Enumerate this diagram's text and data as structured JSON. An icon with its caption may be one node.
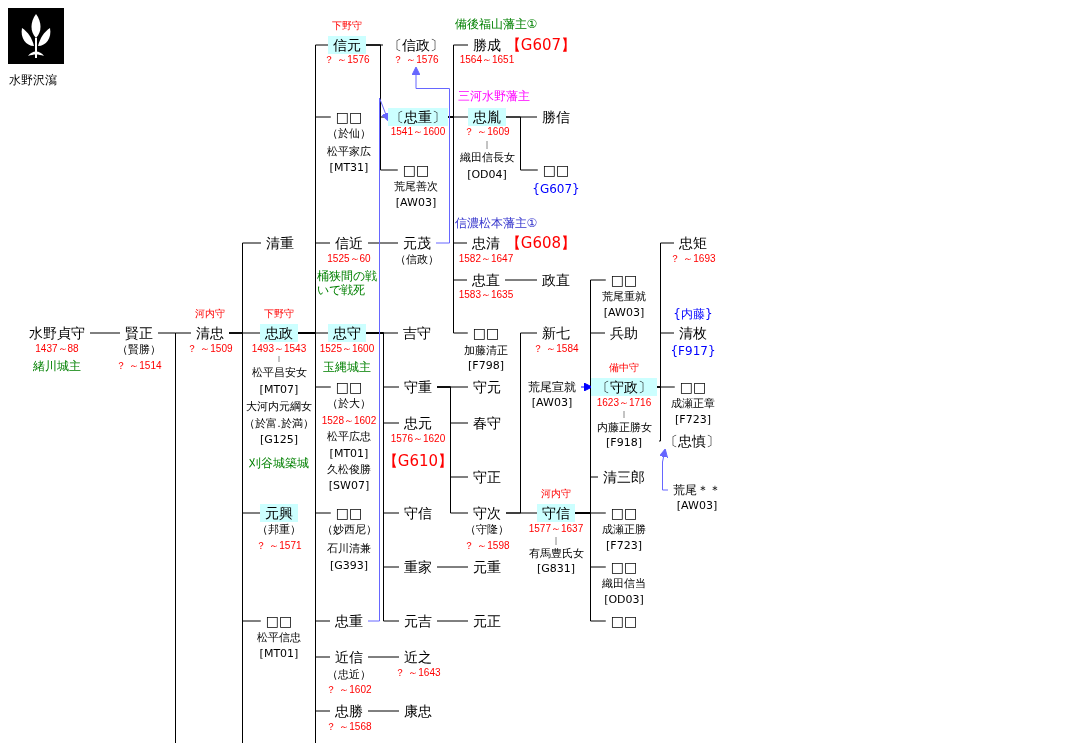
{
  "diagram": {
    "nodes": [
      {
        "text": [
          "水野貞守"
        ],
        "beside": [
          "1437～88",
          "緒川城主"
        ]
      },
      {
        "text": [
          "賢正"
        ],
        "beside": [
          "（賢勝）",
          "？ ～1514"
        ]
      },
      {
        "text": [
          "清忠"
        ],
        "beside": [
          "河内守",
          "？ ～1509"
        ]
      },
      {
        "text": [
          "清重"
        ]
      },
      {
        "text": [
          "忠政"
        ],
        "beside": [
          "下野守",
          "1493～1543",
          "松平昌安女",
          "[MT07]",
          "大河内元綱女",
          "（於富.於満）",
          "[G125]",
          "刈谷城築城"
        ]
      },
      {
        "text": [
          "元興"
        ],
        "beside": [
          "（邦重）",
          "？ ～1571"
        ]
      },
      {
        "text": [
          "□□"
        ],
        "beside": [
          "松平信忠",
          "[MT01]"
        ]
      },
      {
        "text": [
          "信元"
        ],
        "beside": [
          "下野守",
          "？ ～1576"
        ]
      },
      {
        "text": [
          "□□"
        ],
        "beside": [
          "（於仙）",
          "松平家広",
          "[MT31]"
        ]
      },
      {
        "text": [
          "信近"
        ],
        "beside": [
          "1525～60",
          "桶狭間の戦いで戦死"
        ]
      },
      {
        "text": [
          "忠守"
        ],
        "beside": [
          "1525～1600",
          "玉縄城主"
        ]
      },
      {
        "text": [
          "□□"
        ],
        "beside": [
          "（於大）",
          "1528～1602",
          "松平広忠",
          "[MT01]",
          "久松俊勝",
          "[SW07]"
        ]
      },
      {
        "text": [
          "□□"
        ],
        "beside": [
          "（妙西尼）",
          "石川清兼",
          "[G393]"
        ]
      },
      {
        "text": [
          "忠重"
        ]
      },
      {
        "text": [
          "近信"
        ],
        "beside": [
          "（忠近）",
          "？ ～1602"
        ]
      },
      {
        "text": [
          "忠勝"
        ],
        "beside": [
          "？ ～1568"
        ]
      },
      {
        "text": [
          "〔信政〕"
        ],
        "beside": [
          "？ ～1576"
        ]
      },
      {
        "text": [
          "〔忠重〕"
        ],
        "beside": [
          "1541～1600"
        ]
      },
      {
        "text": [
          "□□"
        ],
        "beside": [
          "荒尾善次",
          "[AW03]"
        ]
      },
      {
        "text": [
          "元茂"
        ],
        "beside": [
          "（信政）"
        ]
      },
      {
        "text": [
          "吉守"
        ]
      },
      {
        "text": [
          "守重"
        ]
      },
      {
        "text": [
          "忠元"
        ],
        "beside": [
          "1576～1620",
          "【G610】"
        ]
      },
      {
        "text": [
          "守信"
        ]
      },
      {
        "text": [
          "重家"
        ]
      },
      {
        "text": [
          "元吉"
        ]
      },
      {
        "text": [
          "近之"
        ],
        "beside": [
          "？ ～1643"
        ]
      },
      {
        "text": [
          "康忠"
        ]
      },
      {
        "text": [
          "勝成"
        ],
        "beside": [
          "備後福山藩主①",
          "1564～1651",
          "【G607】"
        ]
      },
      {
        "text": [
          "忠胤"
        ],
        "beside": [
          "三河水野藩主",
          "？ ～1609",
          "織田信長女",
          "[OD04]"
        ]
      },
      {
        "text": [
          "忠清"
        ],
        "beside": [
          "信濃松本藩主①",
          "1582～1647",
          "【G608】"
        ]
      },
      {
        "text": [
          "忠直"
        ],
        "beside": [
          "1583～1635"
        ]
      },
      {
        "text": [
          "□□"
        ],
        "beside": [
          "加藤清正",
          "[F798]"
        ]
      },
      {
        "text": [
          "守元"
        ]
      },
      {
        "text": [
          "春守"
        ]
      },
      {
        "text": [
          "守正"
        ]
      },
      {
        "text": [
          "守次"
        ],
        "beside": [
          "（守隆）",
          "？ ～1598"
        ]
      },
      {
        "text": [
          "元重"
        ]
      },
      {
        "text": [
          "元正"
        ]
      },
      {
        "text": [
          "勝信"
        ]
      },
      {
        "text": [
          "□□"
        ],
        "beside": [
          "{G607}"
        ]
      },
      {
        "text": [
          "政直"
        ]
      },
      {
        "text": [
          "新七"
        ],
        "beside": [
          "？ ～1584"
        ]
      },
      {
        "text": [
          "荒尾宣就"
        ],
        "beside": [
          "[AW03]"
        ]
      },
      {
        "text": [
          "守信"
        ],
        "beside": [
          "河内守",
          "1577～1637",
          "有馬豊氏女",
          "[G831]"
        ]
      },
      {
        "text": [
          "□□"
        ],
        "beside": [
          "荒尾重就",
          "[AW03]"
        ]
      },
      {
        "text": [
          "兵助"
        ]
      },
      {
        "text": [
          "〔守政〕"
        ],
        "beside": [
          "備中守",
          "1623～1716",
          "内藤正勝女",
          "[F918]"
        ]
      },
      {
        "text": [
          "清三郎"
        ]
      },
      {
        "text": [
          "□□"
        ],
        "beside": [
          "成瀬正勝",
          "[F723]"
        ]
      },
      {
        "text": [
          "□□"
        ],
        "beside": [
          "織田信当",
          "[OD03]"
        ]
      },
      {
        "text": [
          "□□"
        ]
      },
      {
        "text": [
          "忠矩"
        ],
        "beside": [
          "？ ～1693"
        ]
      },
      {
        "text": [
          "清枚"
        ],
        "beside": [
          "{内藤}",
          "{F917}"
        ]
      },
      {
        "text": [
          "□□"
        ],
        "beside": [
          "成瀬正章",
          "[F723]"
        ]
      },
      {
        "text": [
          "〔忠慎〕"
        ]
      },
      {
        "text": [
          "荒尾＊＊"
        ],
        "beside": [
          "[AW03]"
        ]
      }
    ],
    "edges": [
      {
        "from": 0,
        "to": 1,
        "arrow": "none"
      },
      {
        "from": 1,
        "to": 2,
        "arrow": "none"
      },
      {
        "from": 2,
        "to": 3,
        "arrow": "none"
      },
      {
        "from": 2,
        "to": 4,
        "arrow": "none"
      },
      {
        "from": 2,
        "to": 5,
        "arrow": "none"
      },
      {
        "from": 2,
        "to": 6,
        "arrow": "none"
      },
      {
        "from": 4,
        "to": 7,
        "arrow": "none"
      },
      {
        "from": 4,
        "to": 8,
        "arrow": "none"
      },
      {
        "from": 4,
        "to": 9,
        "arrow": "none"
      },
      {
        "from": 4,
        "to": 10,
        "arrow": "none"
      },
      {
        "from": 4,
        "to": 11,
        "arrow": "none"
      },
      {
        "from": 4,
        "to": 12,
        "arrow": "none"
      },
      {
        "from": 4,
        "to": 13,
        "arrow": "none"
      },
      {
        "from": 4,
        "to": 14,
        "arrow": "none"
      },
      {
        "from": 4,
        "to": 15,
        "arrow": "none"
      },
      {
        "from": 7,
        "to": 16,
        "arrow": "none"
      },
      {
        "from": 7,
        "to": 17,
        "arrow": "none"
      },
      {
        "from": 7,
        "to": 18,
        "arrow": "none"
      },
      {
        "from": 9,
        "to": 19,
        "arrow": "none"
      },
      {
        "from": 10,
        "to": 20,
        "arrow": "none"
      },
      {
        "from": 10,
        "to": 21,
        "arrow": "none"
      },
      {
        "from": 10,
        "to": 22,
        "arrow": "none"
      },
      {
        "from": 10,
        "to": 23,
        "arrow": "none"
      },
      {
        "from": 10,
        "to": 24,
        "arrow": "none"
      },
      {
        "from": 10,
        "to": 25,
        "arrow": "none"
      },
      {
        "from": 14,
        "to": 26,
        "arrow": "none"
      },
      {
        "from": 15,
        "to": 27,
        "arrow": "none"
      },
      {
        "from": 17,
        "to": 28,
        "arrow": "none"
      },
      {
        "from": 17,
        "to": 29,
        "arrow": "none"
      },
      {
        "from": 17,
        "to": 30,
        "arrow": "none"
      },
      {
        "from": 17,
        "to": 31,
        "arrow": "none"
      },
      {
        "from": 17,
        "to": 32,
        "arrow": "none"
      },
      {
        "from": 21,
        "to": 33,
        "arrow": "none"
      },
      {
        "from": 21,
        "to": 34,
        "arrow": "none"
      },
      {
        "from": 21,
        "to": 35,
        "arrow": "none"
      },
      {
        "from": 21,
        "to": 36,
        "arrow": "none"
      },
      {
        "from": 29,
        "to": 39,
        "arrow": "none"
      },
      {
        "from": 29,
        "to": 40,
        "arrow": "none"
      },
      {
        "from": 31,
        "to": 41,
        "arrow": "none"
      },
      {
        "from": 24,
        "to": 37,
        "arrow": "none"
      },
      {
        "from": 25,
        "to": 38,
        "arrow": "none"
      },
      {
        "from": 36,
        "to": 42,
        "arrow": "none"
      },
      {
        "from": 36,
        "to": 44,
        "arrow": "none"
      },
      {
        "from": 44,
        "to": 45,
        "arrow": "none"
      },
      {
        "from": 44,
        "to": 46,
        "arrow": "none"
      },
      {
        "from": 44,
        "to": 47,
        "arrow": "none"
      },
      {
        "from": 44,
        "to": 48,
        "arrow": "none"
      },
      {
        "from": 44,
        "to": 49,
        "arrow": "none"
      },
      {
        "from": 44,
        "to": 50,
        "arrow": "none"
      },
      {
        "from": 44,
        "to": 51,
        "arrow": "none"
      },
      {
        "from": 47,
        "to": 52,
        "arrow": "none"
      },
      {
        "from": 47,
        "to": 53,
        "arrow": "none"
      },
      {
        "from": 47,
        "to": 54,
        "arrow": "none"
      },
      {
        "from": 47,
        "to": 55,
        "arrow": "none"
      },
      {
        "from": 19,
        "to": 16,
        "arrow": "to",
        "color": "#6666ff"
      },
      {
        "from": 13,
        "to": 17,
        "arrow": "to",
        "color": "#6666ff"
      },
      {
        "from": 43,
        "to": 47,
        "arrow": "to",
        "style": "dashed",
        "color": "#0000ff"
      },
      {
        "from": 56,
        "to": 55,
        "arrow": "to",
        "color": "#6666ff"
      }
    ],
    "labels": [
      "水野沢瀉"
    ]
  }
}
